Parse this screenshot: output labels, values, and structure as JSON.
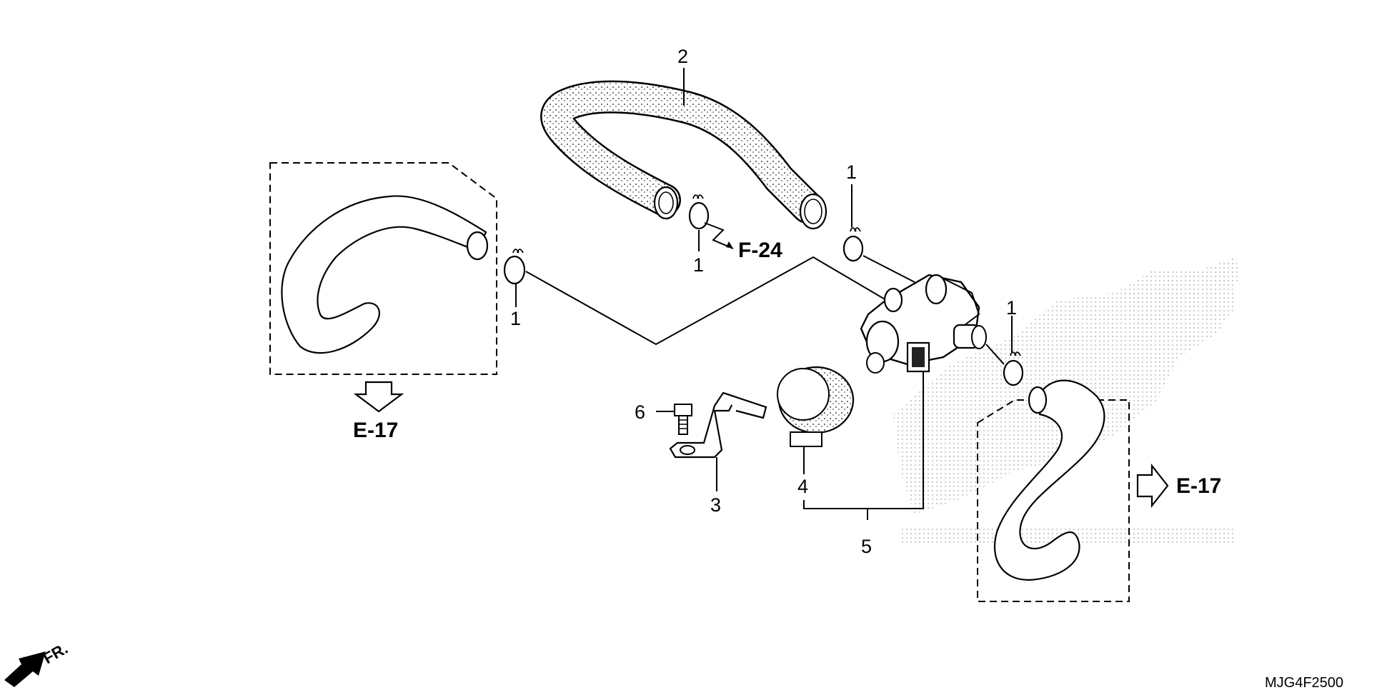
{
  "diagram_code": "MJG4F2500",
  "front_marker": "FR.",
  "callouts": {
    "clamp_a": "1",
    "clamp_b": "1",
    "clamp_c": "1",
    "clamp_d": "1",
    "hose_upper": "2",
    "stay": "3",
    "valve_band": "4",
    "valve_assembly": "5",
    "bolt": "6"
  },
  "page_refs": {
    "left_arrow": "E-17",
    "right_arrow": "E-17",
    "upper_ref": "F-24"
  }
}
